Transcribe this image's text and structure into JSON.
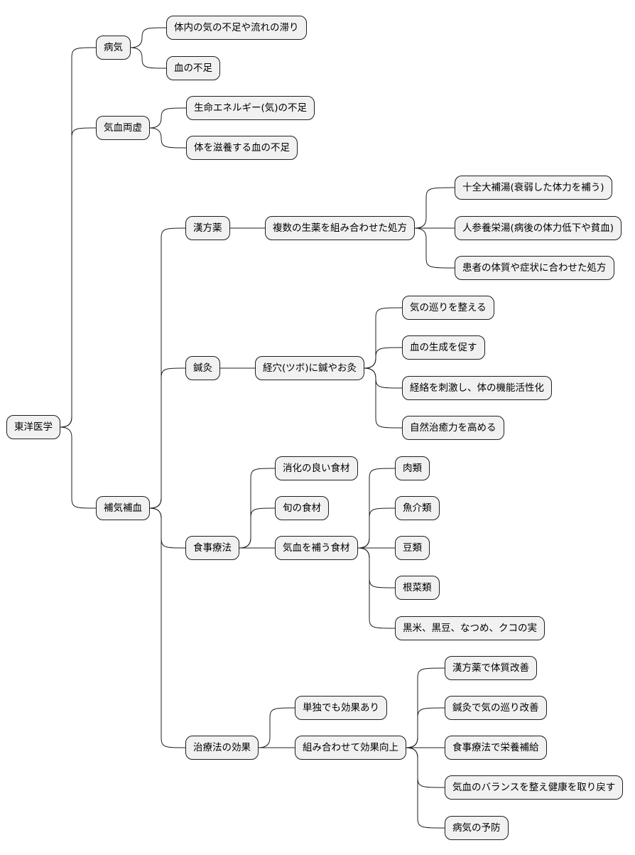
{
  "root": "東洋医学",
  "branches": [
    {
      "label": "病気",
      "children": [
        {
          "label": "体内の気の不足や流れの滞り"
        },
        {
          "label": "血の不足"
        }
      ]
    },
    {
      "label": "気血両虚",
      "children": [
        {
          "label": "生命エネルギー(気)の不足"
        },
        {
          "label": "体を滋養する血の不足"
        }
      ]
    },
    {
      "label": "補気補血",
      "children": [
        {
          "label": "漢方薬",
          "children": [
            {
              "label": "複数の生薬を組み合わせた処方",
              "children": [
                {
                  "label": "十全大補湯(衰弱した体力を補う)"
                },
                {
                  "label": "人参養栄湯(病後の体力低下や貧血)"
                },
                {
                  "label": "患者の体質や症状に合わせた処方"
                }
              ]
            }
          ]
        },
        {
          "label": "鍼灸",
          "children": [
            {
              "label": "経穴(ツボ)に鍼やお灸",
              "children": [
                {
                  "label": "気の巡りを整える"
                },
                {
                  "label": "血の生成を促す"
                },
                {
                  "label": "経絡を刺激し、体の機能活性化"
                },
                {
                  "label": "自然治癒力を高める"
                }
              ]
            }
          ]
        },
        {
          "label": "食事療法",
          "children": [
            {
              "label": "消化の良い食材"
            },
            {
              "label": "旬の食材"
            },
            {
              "label": "気血を補う食材",
              "children": [
                {
                  "label": "肉類"
                },
                {
                  "label": "魚介類"
                },
                {
                  "label": "豆類"
                },
                {
                  "label": "根菜類"
                },
                {
                  "label": "黒米、黒豆、なつめ、クコの実"
                }
              ]
            }
          ]
        },
        {
          "label": "治療法の効果",
          "children": [
            {
              "label": "単独でも効果あり"
            },
            {
              "label": "組み合わせて効果向上",
              "children": [
                {
                  "label": "漢方薬で体質改善"
                },
                {
                  "label": "鍼灸で気の巡り改善"
                },
                {
                  "label": "食事療法で栄養補給"
                },
                {
                  "label": "気血のバランスを整え健康を取り戻す"
                },
                {
                  "label": "病気の予防"
                }
              ]
            }
          ]
        }
      ]
    }
  ]
}
